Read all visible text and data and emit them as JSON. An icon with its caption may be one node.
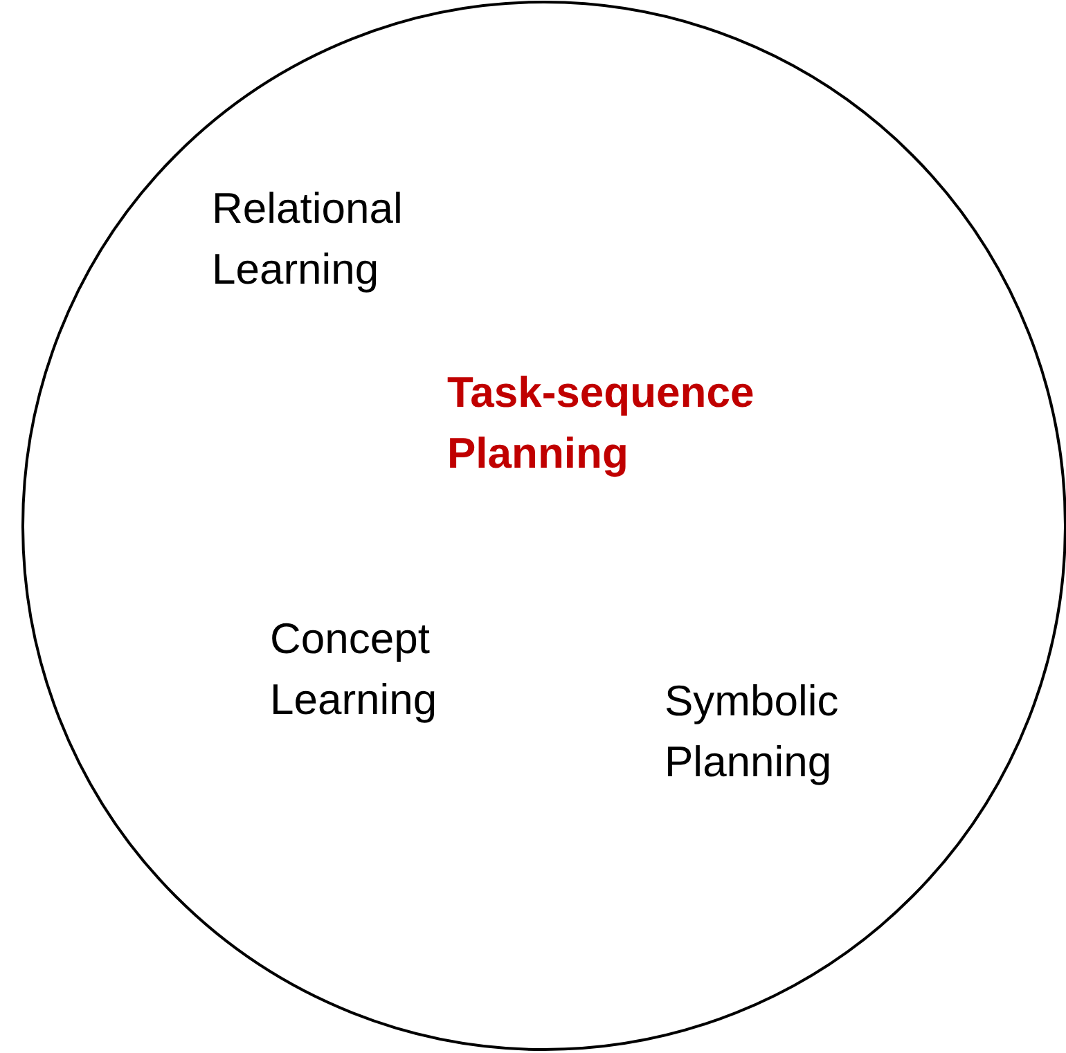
{
  "diagram": {
    "nodes": [
      {
        "text": [
          "Relational Learning",
          "Task-sequence Planning",
          "Concept Learning",
          "Symbolic Planning"
        ]
      }
    ]
  }
}
